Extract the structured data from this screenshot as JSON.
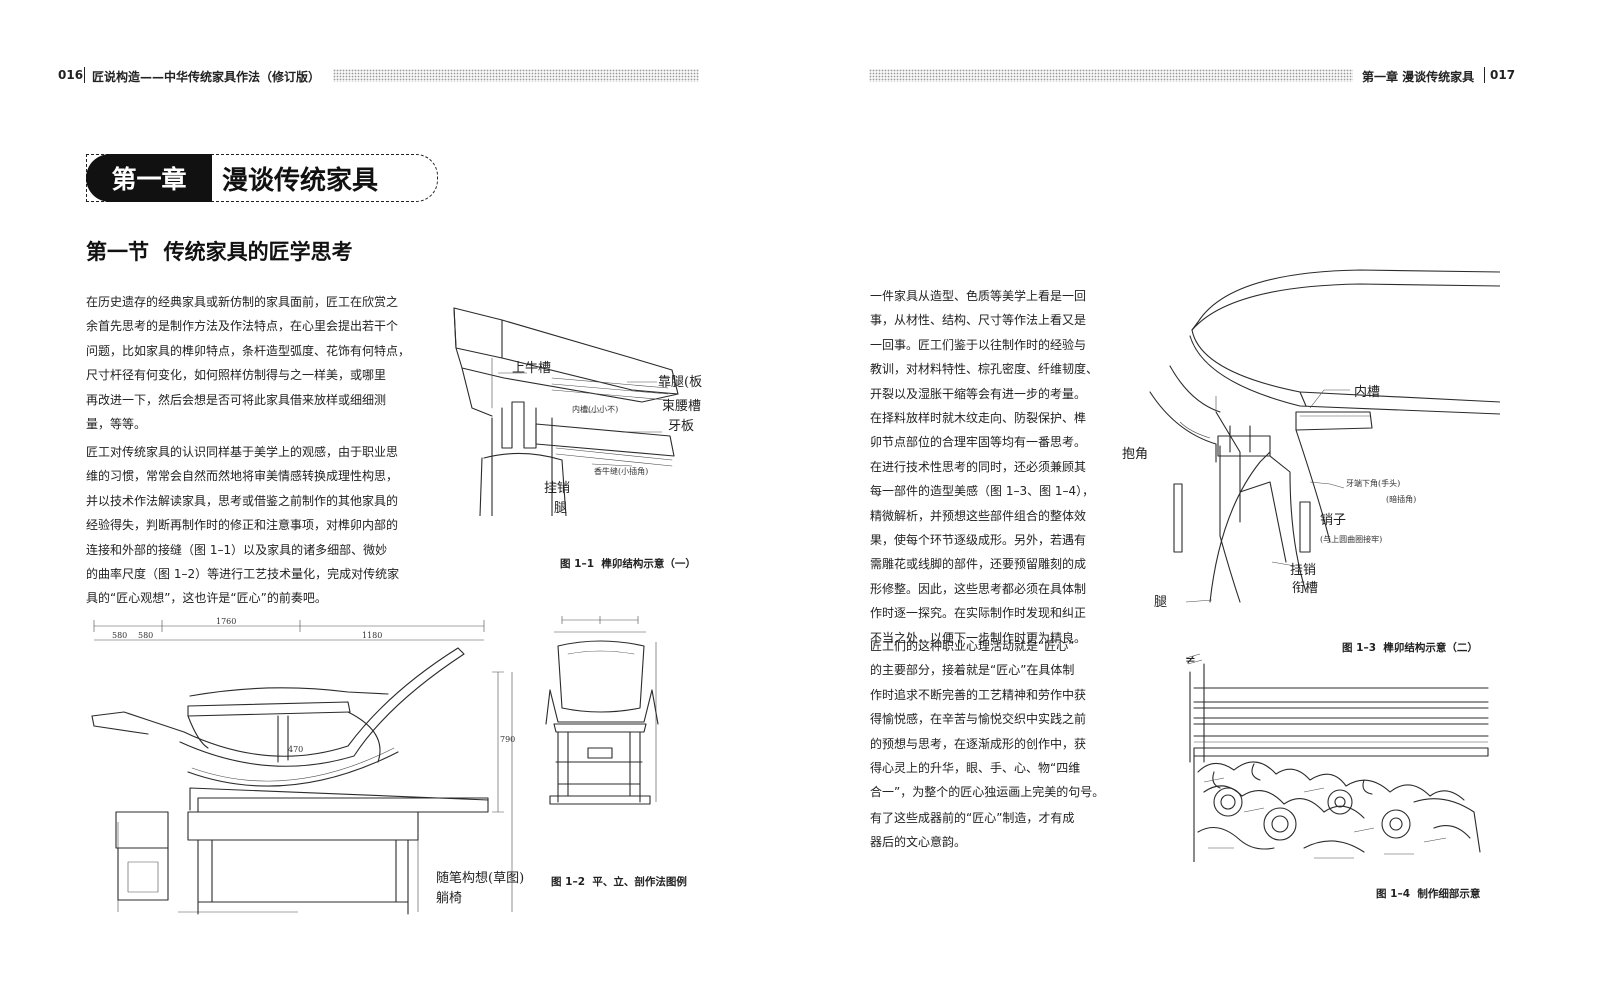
{
  "left_page": {
    "page_number": "016",
    "running_title": "匠说构造——中华传统家具作法（修订版）",
    "chapter_label": "第一章",
    "chapter_title": "漫谈传统家具",
    "section_title": "第一节  传统家具的匠学思考",
    "paragraphs": [
      [
        "在历史遗存的经典家具或新仿制的家具面前，匠工在欣赏之",
        "余首先思考的是制作方法及作法特点，在心里会提出若干个",
        "问题，比如家具的榫卯特点，条杆造型弧度、花饰有何特点，",
        "尺寸杆径有何变化，如何照样仿制得与之一样美，或哪里",
        "再改进一下，然后会想是否可将此家具借来放样或细细测",
        "量，等等。"
      ],
      [
        "匠工对传统家具的认识同样基于美学上的观感，由于职业思",
        "维的习惯，常常会自然而然地将审美情感转换成理性构思，",
        "并以技术作法解读家具，思考或借鉴之前制作的其他家具的",
        "经验得失，判断再制作时的修正和注意事项，对榫卯内部的",
        "连接和外部的接缝（图 1–1）以及家具的诸多细部、微妙",
        "的曲率尺度（图 1–2）等进行工艺技术量化，完成对传统家",
        "具的“匠心观想”，这也许是“匠心”的前奏吧。"
      ]
    ],
    "fig1": {
      "caption": "图 1–1  榫卯结构示意（一）",
      "labels": [
        "上牛槽",
        "靠腿(板)",
        "内槽(小小不)",
        "束腰槽",
        "牙板",
        "香牛缝(小插角)",
        "挂销",
        "腿"
      ]
    },
    "fig2": {
      "caption": "图 1–2  平、立、剖作法图例",
      "signature": [
        "随笔构想(草图)",
        "躺椅"
      ],
      "dims": [
        "1760",
        "580",
        "1180",
        "580",
        "790",
        "470"
      ]
    }
  },
  "right_page": {
    "page_number": "017",
    "running_title": "第一章  漫谈传统家具",
    "paragraphs": [
      [
        "一件家具从造型、色质等美学上看是一回",
        "事，从材性、结构、尺寸等作法上看又是",
        "一回事。匠工们鉴于以往制作时的经验与",
        "教训，对材料特性、棕孔密度、纤维韧度、",
        "开裂以及湿胀干缩等会有进一步的考量。",
        "在择料放样时就木纹走向、防裂保护、榫",
        "卯节点部位的合理牢固等均有一番思考。",
        "在进行技术性思考的同时，还必须兼顾其",
        "每一部件的造型美感（图 1–3、图 1–4），",
        "精微解析，并预想这些部件组合的整体效",
        "果，使每个环节逐级成形。另外，若遇有",
        "需雕花或线脚的部件，还要预留雕刻的成",
        "形修整。因此，这些思考都必须在具体制",
        "作时逐一探究。在实际制作时发现和纠正",
        "不当之处，以便下一步制作时更为精良。"
      ],
      [
        "匠工们的这种职业心理活动就是“匠心”",
        "的主要部分，接着就是“匠心”在具体制",
        "作时追求不断完善的工艺精神和劳作中获",
        "得愉悦感，在辛苦与愉悦交织中实践之前",
        "的预想与思考，在逐渐成形的创作中，获",
        "得心灵上的升华，眼、手、心、物“四维",
        "合一”，为整个的匠心独运画上完美的句号。"
      ],
      [
        "有了这些成器前的“匠心”制造，才有成",
        "器后的文心意韵。"
      ]
    ],
    "fig3": {
      "caption": "图 1–3  榫卯结构示意（二）",
      "labels": [
        "内槽",
        "抱角",
        "牙端下角(手头)",
        "(暗插角)",
        "销子",
        "(与上圆曲圈接牢)",
        "挂销",
        "衔槽",
        "腿"
      ]
    },
    "fig4": {
      "caption": "图 1–4  制作细部示意",
      "labels": [
        "≠"
      ]
    }
  }
}
